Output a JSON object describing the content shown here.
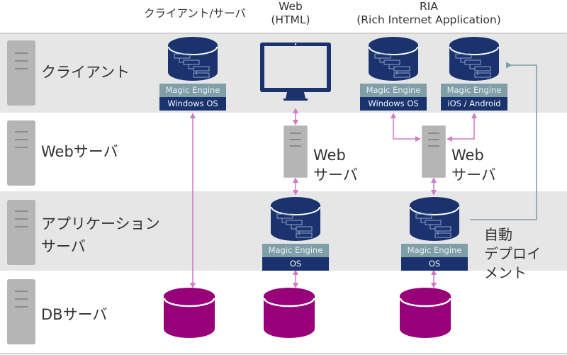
{
  "columns": [
    {
      "id": "client-server",
      "title_lines": [
        "クライアント/サーバ"
      ]
    },
    {
      "id": "web-html",
      "title_lines": [
        "Web",
        "(HTML)"
      ]
    },
    {
      "id": "ria",
      "title_lines": [
        "RIA",
        "(Rich Internet Application)"
      ]
    }
  ],
  "tiers": [
    {
      "id": "client",
      "label_lines": [
        "クライアント"
      ]
    },
    {
      "id": "web-server",
      "label_lines": [
        "Webサーバ"
      ]
    },
    {
      "id": "app-server",
      "label_lines": [
        "アプリケーション",
        "サーバ"
      ]
    },
    {
      "id": "db-server",
      "label_lines": [
        "DBサーバ"
      ]
    }
  ],
  "engines": [
    {
      "id": "cs-client",
      "top": "Magic Engine",
      "bottom": "Windows OS"
    },
    {
      "id": "ria-win-client",
      "top": "Magic Engine",
      "bottom": "Windows OS"
    },
    {
      "id": "ria-mobile-client",
      "top": "Magic Engine",
      "bottom": "iOS / Android"
    },
    {
      "id": "web-app",
      "top": "Magic Engine",
      "bottom": "OS"
    },
    {
      "id": "ria-app",
      "top": "Magic Engine",
      "bottom": "OS"
    }
  ],
  "web_server_labels": [
    {
      "lines": [
        "Web",
        "サーバ"
      ]
    },
    {
      "lines": [
        "Web",
        "サーバ"
      ]
    }
  ],
  "deploy_label_lines": [
    "自動",
    "デプロイ",
    "メント"
  ],
  "colors": {
    "band_gray": "#e6e6e6",
    "engine_navy": "#1a336e",
    "engine_teal": "#7f9ea7",
    "db_magenta": "#98007a",
    "arrow_pink": "#d27cc8",
    "deploy_arrow": "#7f9ea7",
    "server_gray": "#b5b5b5"
  }
}
